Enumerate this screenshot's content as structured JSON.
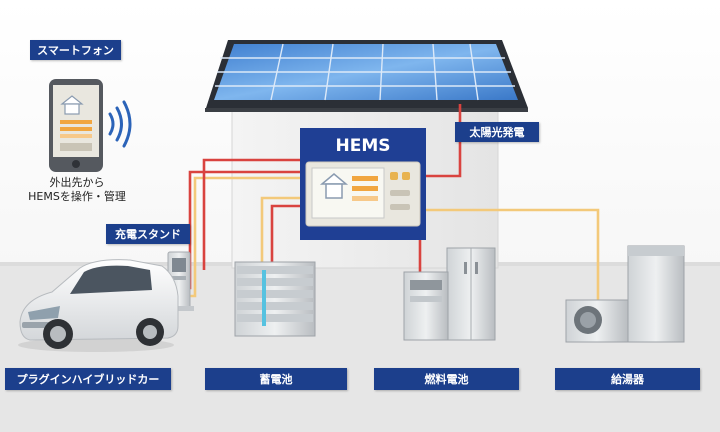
{
  "labels": {
    "smartphone": "スマートフォン",
    "remote_line1": "外出先から",
    "remote_line2": "HEMSを操作・管理",
    "hems": "HEMS",
    "solar": "太陽光発電",
    "charging_stand": "充電スタンド",
    "plugin_hybrid": "プラグインハイブリッドカー",
    "storage_battery": "蓄電池",
    "fuel_cell": "燃料電池",
    "water_heater": "給湯器"
  },
  "colors": {
    "label_bg": "#1c3f8c",
    "hems_panel": "#1f3f94",
    "power_line": "#d9433f",
    "signal_line": "#f3c97a",
    "floor": "#e6e6e6"
  },
  "icons": [
    "house-icon",
    "wifi-signal-icon",
    "solar-panel-icon"
  ]
}
